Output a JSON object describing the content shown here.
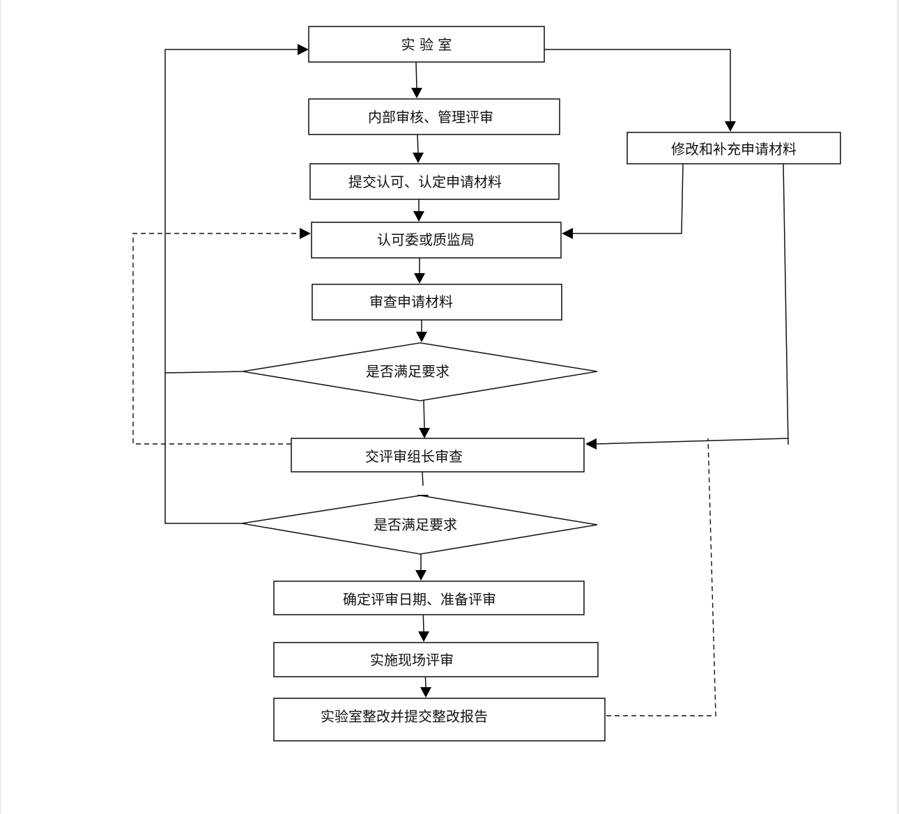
{
  "diagram": {
    "type": "flowchart",
    "nodes": {
      "lab": "实 验 室",
      "internal_audit": "内部审核、管理评审",
      "submit_application": "提交认可、认定申请材料",
      "authority": "认可委或质监局",
      "review_materials": "审查申请材料",
      "decision_1": "是否满足要求",
      "team_leader_review": "交评审组长审查",
      "decision_2": "是否满足要求",
      "schedule_review": "确定评审日期、准备评审",
      "onsite_review": "实施现场评审",
      "corrective_report": "实验室整改并提交整改报告",
      "revise_materials": "修改和补充申请材料"
    },
    "edges": [
      {
        "from": "lab",
        "to": "internal_audit",
        "style": "solid"
      },
      {
        "from": "internal_audit",
        "to": "submit_application",
        "style": "solid"
      },
      {
        "from": "submit_application",
        "to": "authority",
        "style": "solid"
      },
      {
        "from": "authority",
        "to": "review_materials",
        "style": "solid"
      },
      {
        "from": "review_materials",
        "to": "decision_1",
        "style": "solid"
      },
      {
        "from": "decision_1",
        "to": "team_leader_review",
        "style": "solid"
      },
      {
        "from": "team_leader_review",
        "to": "decision_2",
        "style": "solid"
      },
      {
        "from": "decision_2",
        "to": "schedule_review",
        "style": "solid"
      },
      {
        "from": "schedule_review",
        "to": "onsite_review",
        "style": "solid"
      },
      {
        "from": "onsite_review",
        "to": "corrective_report",
        "style": "solid"
      },
      {
        "from": "lab",
        "to": "revise_materials",
        "style": "solid"
      },
      {
        "from": "revise_materials",
        "to": "authority",
        "style": "solid"
      },
      {
        "from": "revise_materials",
        "to": "team_leader_review",
        "style": "solid"
      },
      {
        "from": "decision_1",
        "to": "lab",
        "style": "solid"
      },
      {
        "from": "decision_2",
        "to": "lab",
        "style": "solid"
      },
      {
        "from": "team_leader_review",
        "to": "authority",
        "style": "dashed"
      },
      {
        "from": "corrective_report",
        "to": "team_leader_review",
        "style": "dashed"
      }
    ]
  }
}
